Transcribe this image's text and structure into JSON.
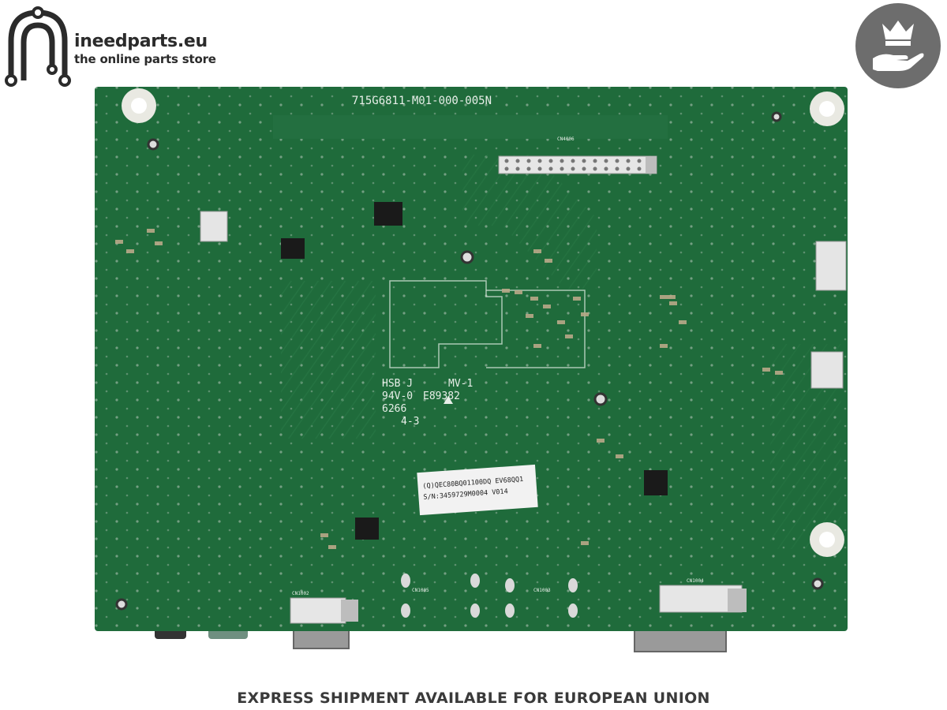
{
  "brand": {
    "name": "ineedparts.eu",
    "tagline": "the online parts store",
    "logo_icon": "connector-n-logo-icon",
    "badge_icon": "crown-hand-icon",
    "accent_color": "#2b2b2b",
    "badge_color": "#6d6d6d"
  },
  "board": {
    "pcb_color": "#1f6b3b",
    "silkscreen": {
      "part_number": "715G6811-M01-000-005N",
      "hsb": "HSB J",
      "mv": "MV-1",
      "rating": "94V-0",
      "ul_file": "E89382",
      "code": "6266",
      "rev": "4-3",
      "cn4006": "CN4006",
      "cn1004": "CN1004",
      "cn1003": "CN1003",
      "cn1005": "CN1005",
      "cn1002": "CN1002"
    },
    "label": {
      "line1": "(Q)QEC80BQ01100DQ  EV68QQ1",
      "line2": "S/N:3459729M0004     V014"
    }
  },
  "footer": {
    "text": "EXPRESS SHIPMENT AVAILABLE FOR EUROPEAN UNION"
  }
}
